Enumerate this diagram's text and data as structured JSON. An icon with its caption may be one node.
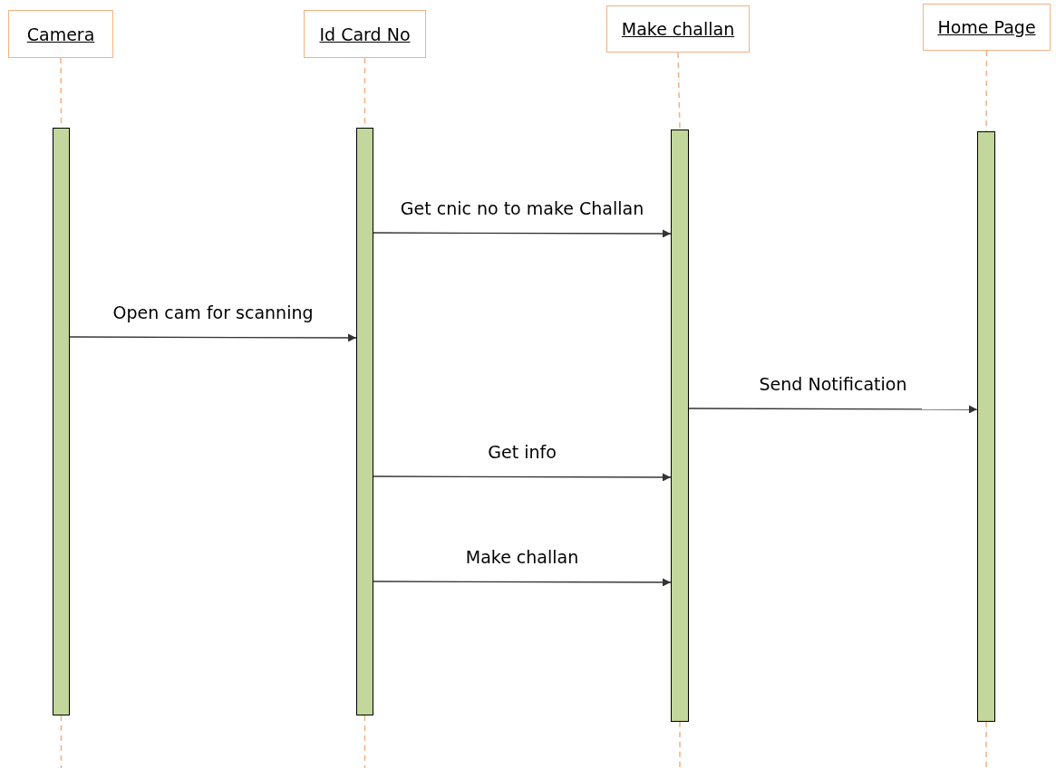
{
  "diagram": {
    "nodes": [
      {
        "text": [
          "Camera"
        ]
      },
      {
        "text": [
          "Id Card No"
        ]
      },
      {
        "text": [
          "Make challan"
        ]
      },
      {
        "text": [
          "Home Page"
        ]
      },
      {
        "text": [],
        "shape": "bar"
      },
      {
        "text": [],
        "shape": "bar"
      },
      {
        "text": [],
        "shape": "bar"
      },
      {
        "text": [],
        "shape": "bar"
      }
    ],
    "edges": [
      {
        "from": 0,
        "to": 4,
        "arrow": "none",
        "style": "dashed",
        "color": "#f4b183"
      },
      {
        "from": 1,
        "to": 5,
        "arrow": "none",
        "style": "dashed",
        "color": "#f4b183"
      },
      {
        "from": 2,
        "to": 6,
        "arrow": "none",
        "style": "dashed",
        "color": "#f4b183"
      },
      {
        "from": 3,
        "to": 7,
        "arrow": "none",
        "style": "dashed",
        "color": "#f4b183"
      },
      {
        "from": 5,
        "to": 6,
        "arrow": "to",
        "label": "Get cnic no to make Challan"
      },
      {
        "from": 4,
        "to": 5,
        "arrow": "to",
        "label": "Open cam for scanning"
      },
      {
        "from": 6,
        "to": 7,
        "arrow": "to",
        "label": "Send Notification"
      },
      {
        "from": 5,
        "to": 6,
        "arrow": "to",
        "label": "Get info"
      },
      {
        "from": 5,
        "to": 6,
        "arrow": "to",
        "label": "Make challan"
      }
    ]
  }
}
